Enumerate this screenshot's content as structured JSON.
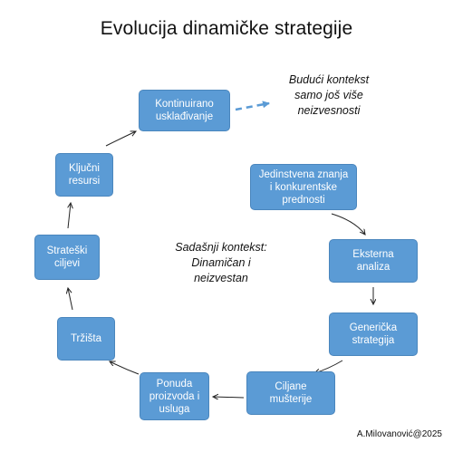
{
  "title": "Evolucija dinamičke strategije",
  "future_context": "Budući kontekst\nsamo još više\nneizvesnosti",
  "present_context": "Sadašnji kontekst:\nDinamičan i\nneizvestan",
  "credit": "A.Milovanović@2025",
  "nodes": {
    "kontinuirano": "Kontinuirano\nusklađivanje",
    "jedinstvena": "Jedinstvena znanja\ni konkurentske\nprednosti",
    "eksterna": "Eksterna\nanaliza",
    "genericka": "Generička\nstrategija",
    "ciljane": "Ciljane\nmušterije",
    "ponuda": "Ponuda\nproizvoda i\nusluga",
    "trzista": "Tržišta",
    "strateski": "Strateški\nciljevi",
    "kljucni": "Ključni\nresursi"
  },
  "colors": {
    "box": "#5b9bd5",
    "box_border": "#4a86bd",
    "text_on_box": "#ffffff",
    "dashed_arrow": "#5b9bd5"
  }
}
